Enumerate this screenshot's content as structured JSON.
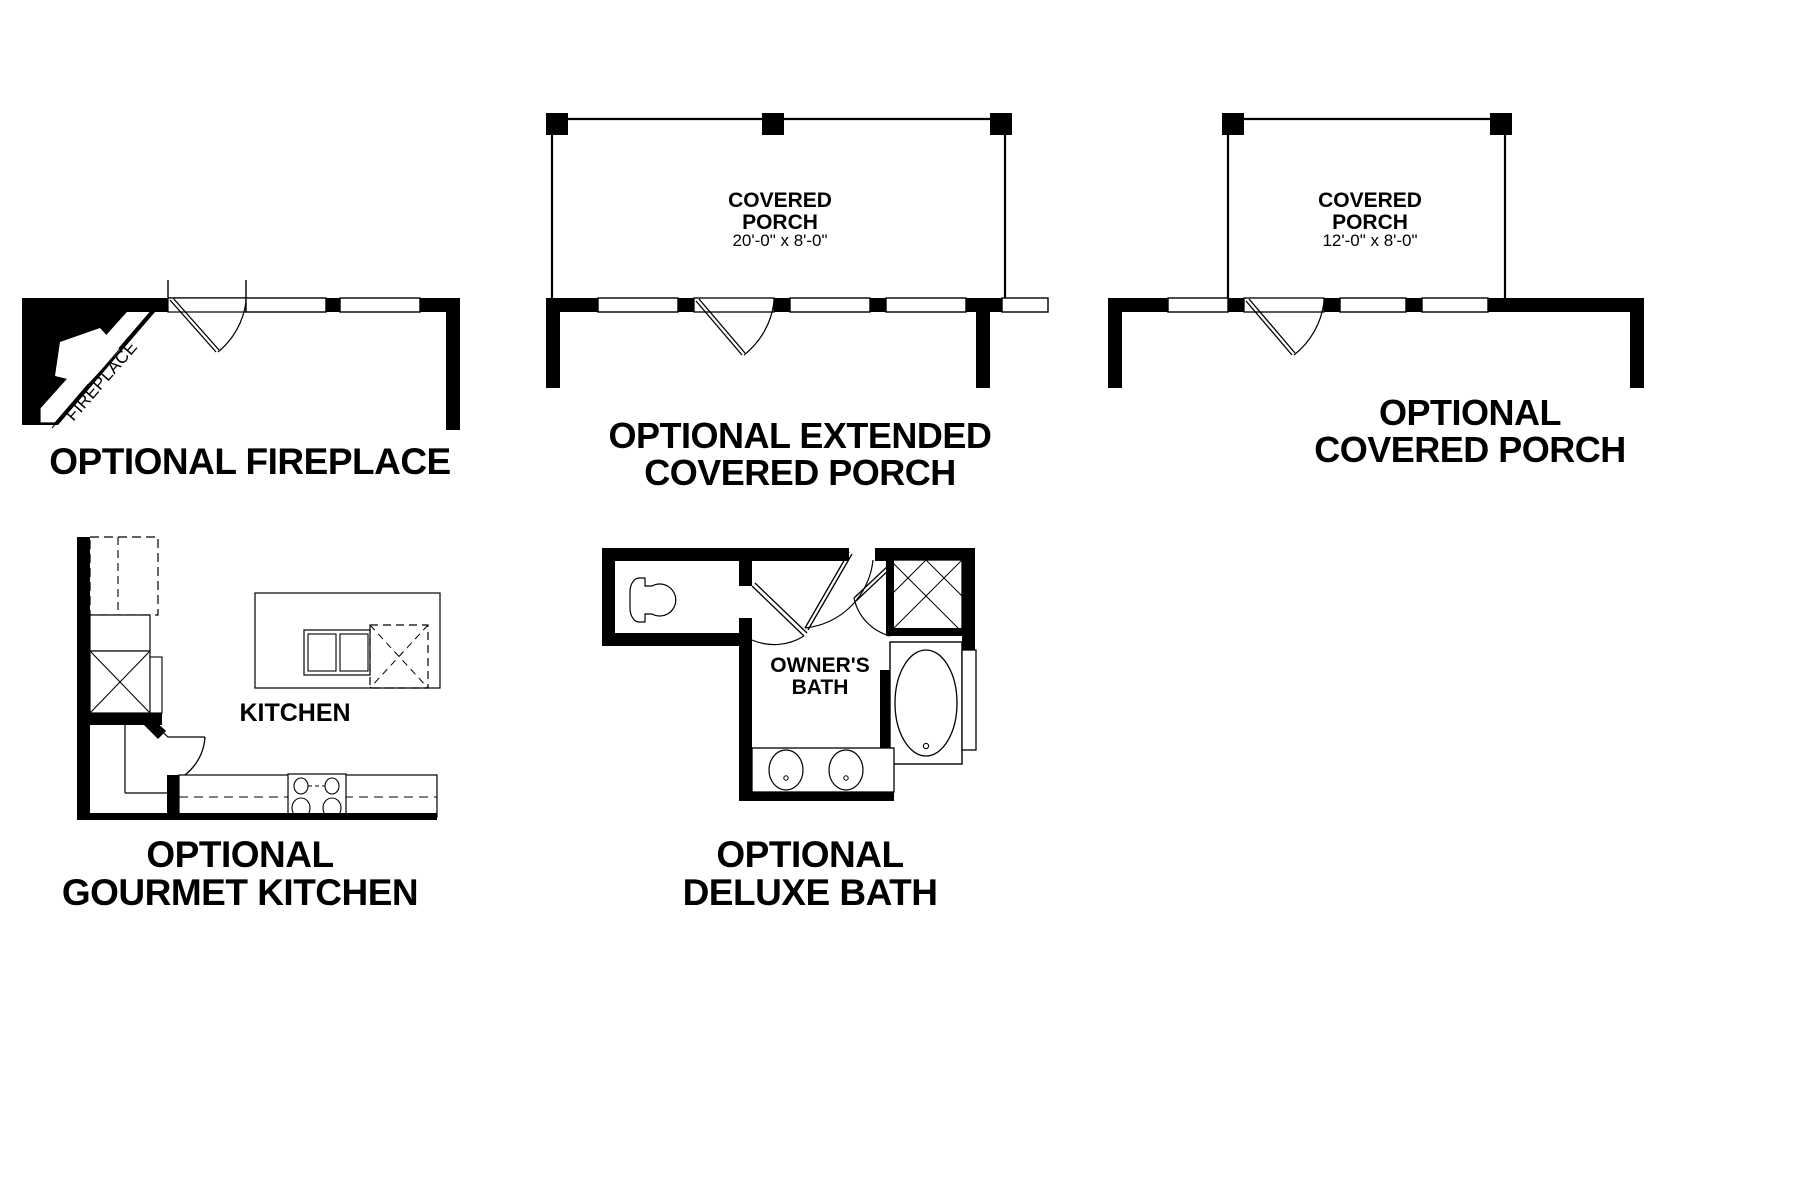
{
  "page": {
    "background_color": "#ffffff",
    "line_color": "#000000",
    "sheet_kind": "architectural-options-sheet"
  },
  "options": [
    {
      "id": "fireplace",
      "title": "OPTIONAL FIREPLACE",
      "labels": [
        {
          "name": "fireplace-callout",
          "text": "FIREPLACE"
        }
      ]
    },
    {
      "id": "extended-covered-porch",
      "title": "OPTIONAL EXTENDED\nCOVERED PORCH",
      "labels": [
        {
          "name": "covered-porch-name",
          "text": "COVERED\nPORCH"
        },
        {
          "name": "covered-porch-dimensions",
          "text": "20'-0\" x 8'-0\""
        }
      ]
    },
    {
      "id": "covered-porch",
      "title": "OPTIONAL\nCOVERED PORCH",
      "labels": [
        {
          "name": "covered-porch-name",
          "text": "COVERED\nPORCH"
        },
        {
          "name": "covered-porch-dimensions",
          "text": "12'-0\" x 8'-0\""
        }
      ]
    },
    {
      "id": "gourmet-kitchen",
      "title": "OPTIONAL\nGOURMET KITCHEN",
      "labels": [
        {
          "name": "kitchen-room-name",
          "text": "KITCHEN"
        }
      ]
    },
    {
      "id": "deluxe-bath",
      "title": "OPTIONAL\nDELUXE BATH",
      "labels": [
        {
          "name": "owners-bath-room-name",
          "text": "OWNER'S\nBATH"
        }
      ]
    }
  ],
  "titles": {
    "fireplace": "OPTIONAL FIREPLACE",
    "extended_porch": "OPTIONAL EXTENDED\nCOVERED PORCH",
    "covered_porch": "OPTIONAL\nCOVERED PORCH",
    "gourmet_kitchen": "OPTIONAL\nGOURMET KITCHEN",
    "deluxe_bath": "OPTIONAL\nDELUXE BATH"
  },
  "room_labels": {
    "fireplace": "FIREPLACE",
    "porch_name": "COVERED\nPORCH",
    "porch_dim_extended": "20'-0\" x 8'-0\"",
    "porch_dim_standard": "12'-0\" x 8'-0\"",
    "kitchen": "KITCHEN",
    "owners_bath": "OWNER'S\nBATH"
  }
}
